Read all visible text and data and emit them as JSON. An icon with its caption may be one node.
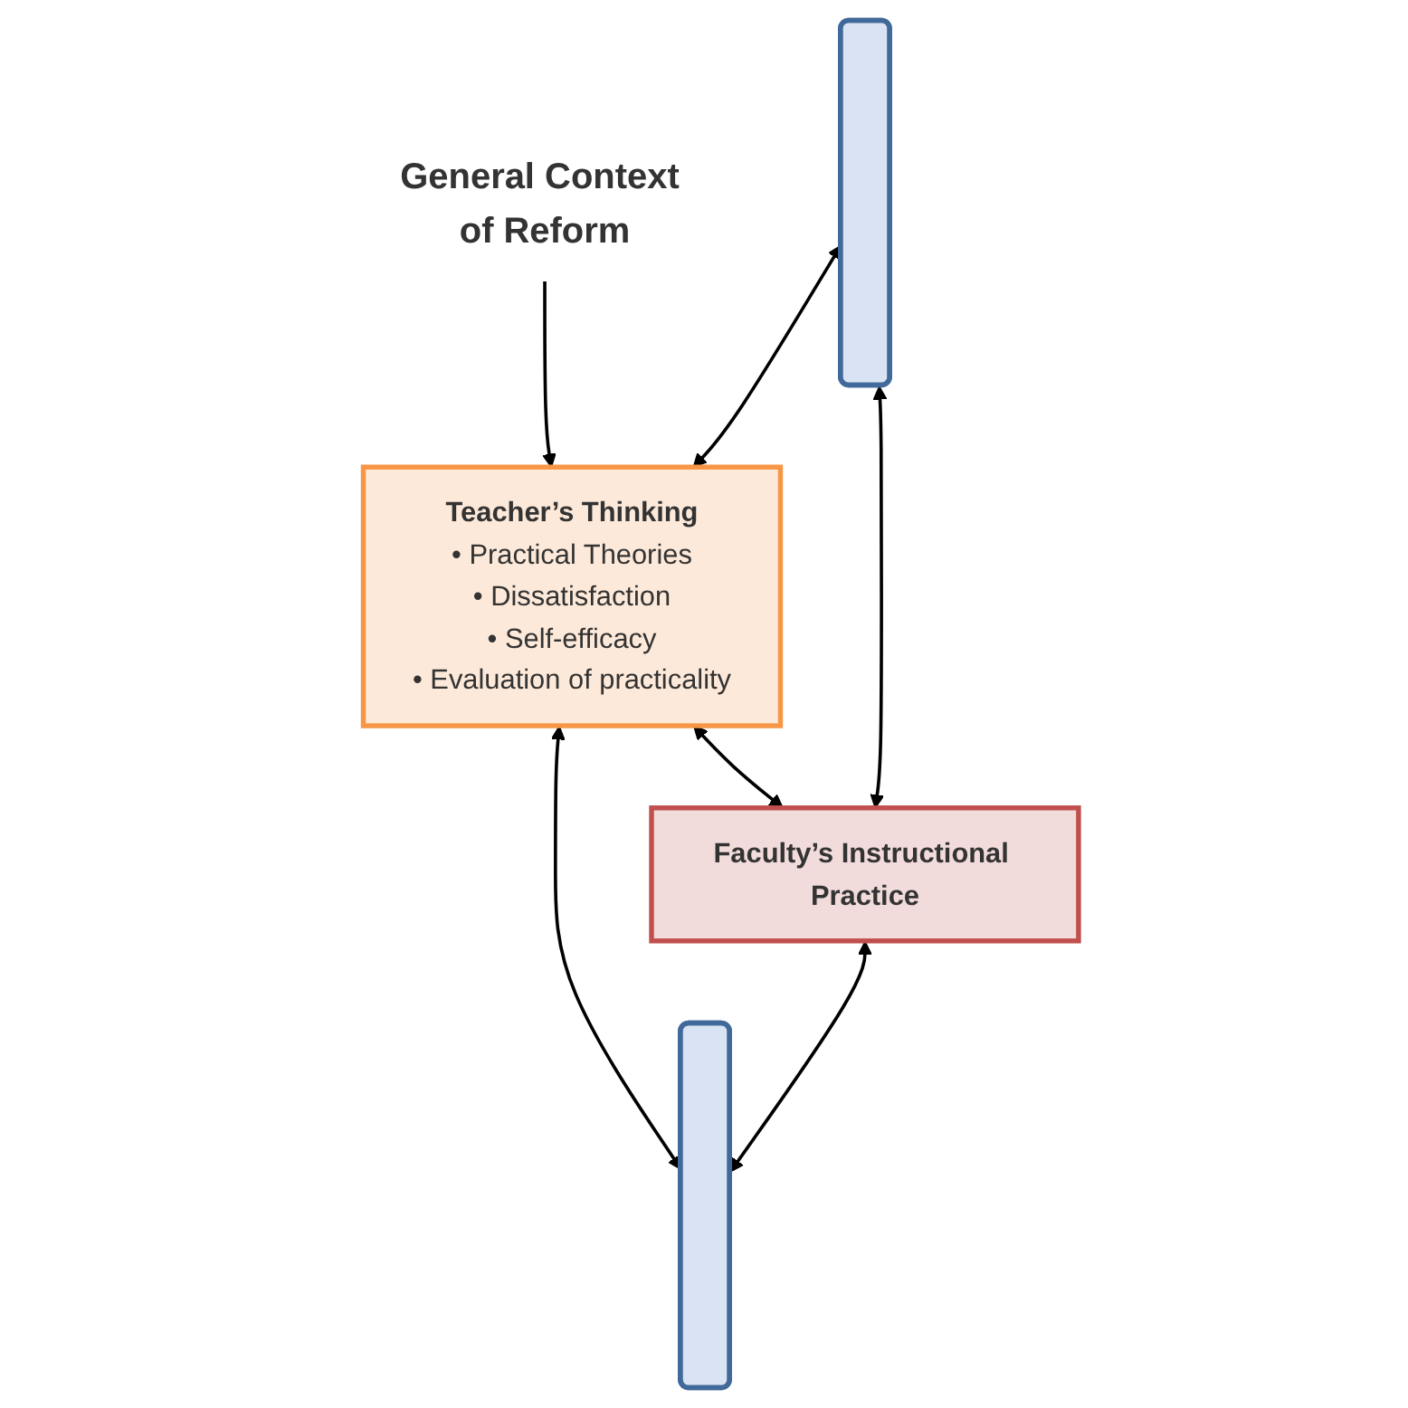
{
  "diagram": {
    "nodes": [
      {
        "text": [
          "General Context of Reform"
        ]
      },
      {
        "text": [],
        "shape": "box"
      },
      {
        "text": [
          "Teacher’s Thinking",
          "• Practical Theories",
          "• Dissatisfaction",
          "• Self-efficacy",
          "• Evaluation of practicality"
        ]
      },
      {
        "text": [],
        "shape": "box"
      },
      {
        "text": [
          "Faculty’s Instructional Practice"
        ]
      }
    ],
    "edges": [
      {
        "from": 0,
        "to": 2,
        "arrow": "to"
      },
      {
        "from": 1,
        "to": 2,
        "arrow": "both"
      },
      {
        "from": 2,
        "to": 3,
        "arrow": "both"
      },
      {
        "from": 2,
        "to": 4,
        "arrow": "both"
      },
      {
        "from": 1,
        "to": 4,
        "arrow": "both"
      },
      {
        "from": 4,
        "to": 3,
        "arrow": "both"
      }
    ]
  }
}
